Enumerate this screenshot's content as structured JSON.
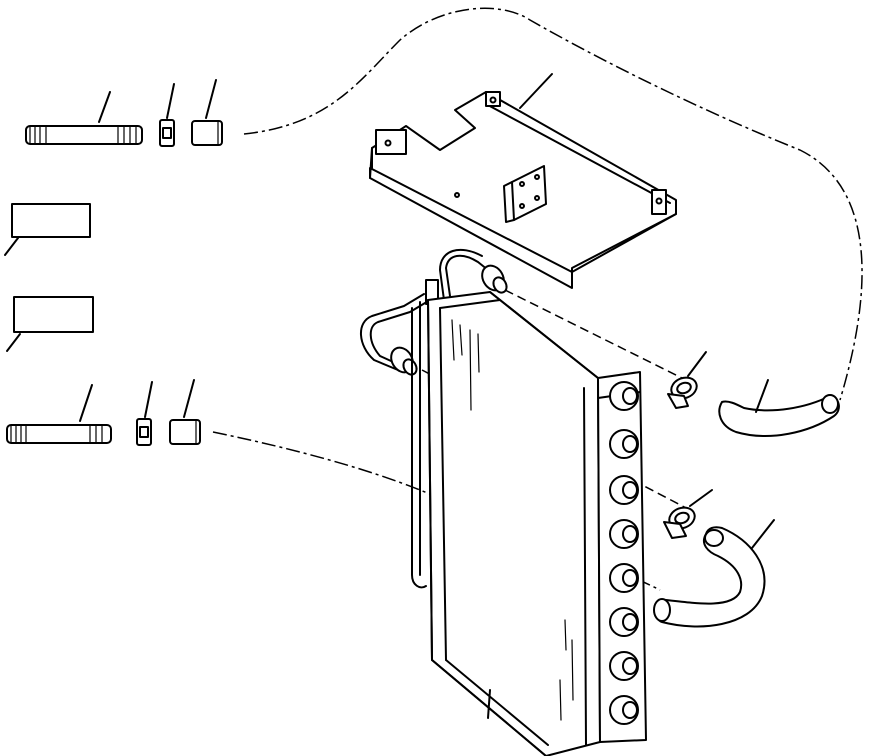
{
  "figure": {
    "description_labels": [],
    "line_color": "#000000",
    "background": "#ffffff"
  },
  "parts": [
    {
      "id": "hose-fitting-upper",
      "icon": "hose-fitting-icon"
    },
    {
      "id": "clip-upper",
      "icon": "clip-icon"
    },
    {
      "id": "cap-upper",
      "icon": "cap-icon"
    },
    {
      "id": "mounting-bracket",
      "icon": "bracket-icon"
    },
    {
      "id": "label-plate-1",
      "icon": "label-plate-icon"
    },
    {
      "id": "label-plate-2",
      "icon": "label-plate-icon"
    },
    {
      "id": "hose-fitting-lower",
      "icon": "hose-fitting-icon"
    },
    {
      "id": "clip-lower",
      "icon": "clip-icon"
    },
    {
      "id": "cap-lower",
      "icon": "cap-icon"
    },
    {
      "id": "heater-core",
      "icon": "heater-core-icon"
    },
    {
      "id": "hose-clamp-upper",
      "icon": "hose-clamp-icon"
    },
    {
      "id": "hose-clamp-lower",
      "icon": "hose-clamp-icon"
    },
    {
      "id": "hose-upper",
      "icon": "hose-icon"
    },
    {
      "id": "hose-lower",
      "icon": "hose-icon"
    }
  ]
}
